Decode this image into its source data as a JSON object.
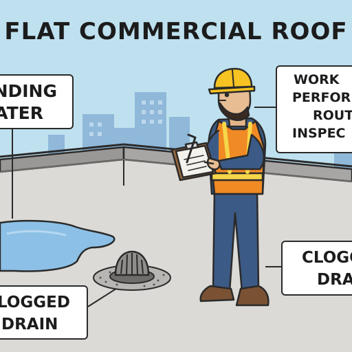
{
  "title": "FLAT COMMERCIAL ROOF",
  "callouts": {
    "ponding_water": {
      "line1": "NDING",
      "line2": "ATER"
    },
    "worker": {
      "line1": "WORK",
      "line2": "PERFOR",
      "line3": "ROUT",
      "line4": "INSPEC"
    },
    "clogged_drain_right": {
      "line1": "CLOGG",
      "line2": "DRAI"
    },
    "clogged_drain_left": {
      "line1": "LOGGED",
      "line2": "DRAIN"
    }
  },
  "colors": {
    "sky": "#bfe1ef",
    "buildings": "#8fb8d9",
    "roof": "#dcdad6",
    "parapet": "#9a9896",
    "water": "#8cc0e6",
    "vest": "#f08a24",
    "hard_hat": "#f6c322",
    "pants": "#3c5a86",
    "outline": "#2a2a2a"
  }
}
